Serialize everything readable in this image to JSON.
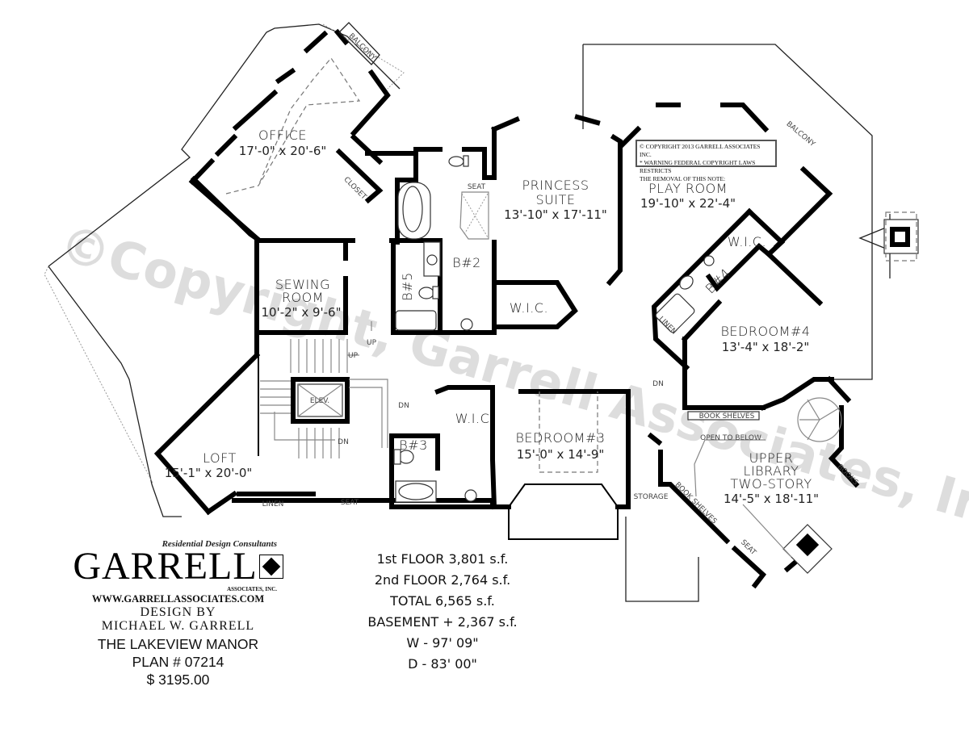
{
  "plan": {
    "floor": "2nd Floor Plan",
    "watermark": "©Copyright, Garrell Associates, Inc.",
    "copyright_note": {
      "line1": "© COPYRIGHT 2013 GARRELL ASSOCIATES INC.",
      "line2": "* WARNING FEDERAL COPYRIGHT LAWS RESTRICTS",
      "line3": "THE REMOVAL OF THIS NOTE:"
    },
    "rooms": [
      {
        "id": "office",
        "name": "OFFICE",
        "dims": "17'-0\" x 20'-6\""
      },
      {
        "id": "princess-suite",
        "name_line1": "PRINCESS",
        "name_line2": "SUITE",
        "dims": "13'-10\" x 17'-11\""
      },
      {
        "id": "play-room",
        "name": "PLAY  ROOM",
        "dims": "19'-10\" x 22'-4\""
      },
      {
        "id": "sewing-room",
        "name_line1": "SEWING",
        "name_line2": "ROOM",
        "dims": "10'-2\" x 9'-6\""
      },
      {
        "id": "bedroom-4",
        "name": "BEDROOM#4",
        "dims": "13'-4\" x 18'-2\""
      },
      {
        "id": "bedroom-3",
        "name": "BEDROOM#3",
        "dims": "15'-0\" x 14'-9\""
      },
      {
        "id": "loft",
        "name": "LOFT",
        "dims": "15'-1\" x 20'-0\""
      },
      {
        "id": "upper-library",
        "name_line1": "UPPER",
        "name_line2": "LIBRARY",
        "name_line3": "TWO-STORY",
        "dims": "14'-5\" x 18'-11\""
      }
    ],
    "labels": {
      "b2": "B#2",
      "b3": "B#3",
      "b4": "B#4",
      "b5": "B#5",
      "wic_princess": "W.I.C.",
      "wic_bed4": "W.I.C.",
      "wic_bed3": "W.I.C",
      "balcony_office": "BALCONY",
      "balcony_play": "BALCONY",
      "closet": "CLOSET",
      "seat_bath": "SEAT",
      "elev": "ELEV.",
      "up1": "UP",
      "up2": "UP",
      "dn1": "DN",
      "dn2": "DN",
      "dn3": "DN",
      "linen_hall": "LINEN",
      "linen_b4": "LINEN",
      "seat_hall": "SEAT",
      "seat_library": "SEAT",
      "book_shelves_top": "BOOK SHELVES",
      "book_shelves_diag": "BOOK SHELVES",
      "books": "BOOKS",
      "open_to_below": "OPEN TO BELOW",
      "storage": "STORAGE"
    }
  },
  "title_block": {
    "tagline": "Residential Design Consultants",
    "logo": "GARRELL",
    "company_suffix": "ASSOCIATES, INC.",
    "website": "WWW.GARRELLASSOCIATES.COM",
    "design_by": "DESIGN BY",
    "designer": "MICHAEL W. GARRELL",
    "plan_name": "THE LAKEVIEW MANOR",
    "plan_number": "PLAN #  07214",
    "price": "$ 3195.00"
  },
  "stats": {
    "first_floor": "1st FLOOR  3,801 s.f.",
    "second_floor": "2nd FLOOR  2,764 s.f.",
    "total": "TOTAL  6,565 s.f.",
    "basement": "BASEMENT  + 2,367 s.f.",
    "width": "W - 97' 09\"",
    "depth": "D  - 83' 00\""
  }
}
